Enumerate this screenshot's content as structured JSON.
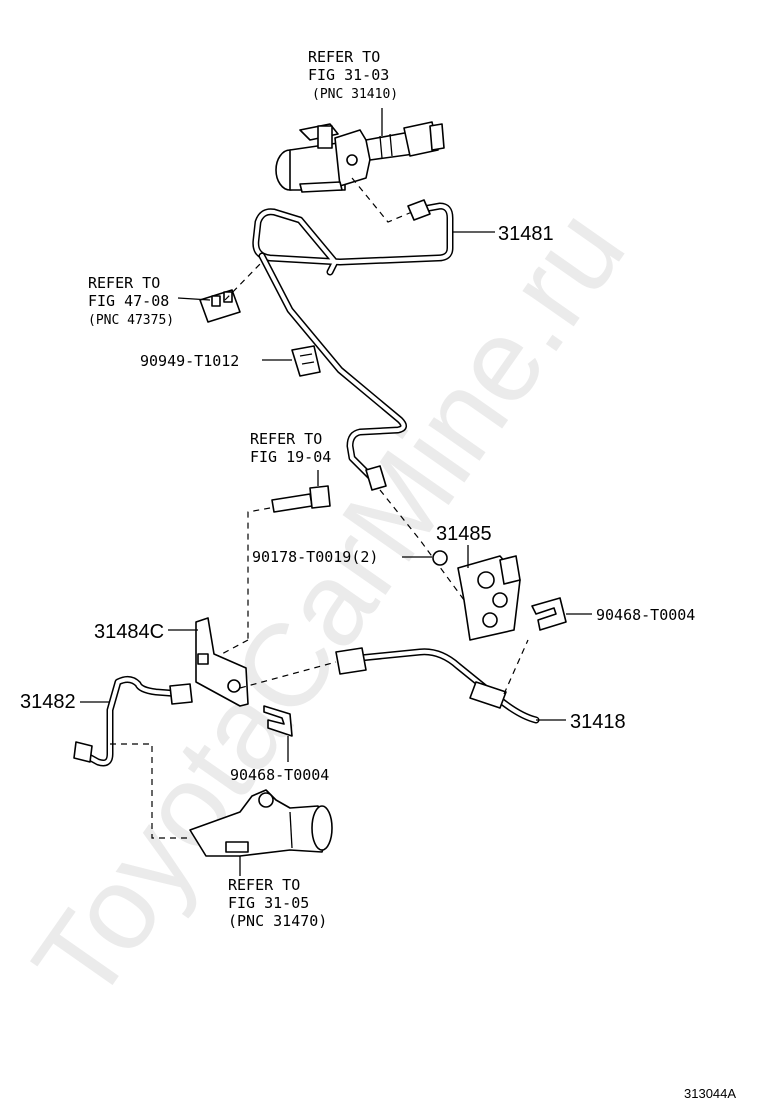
{
  "watermark": "ToyotaCarMine.ru",
  "diagram_code": "313044A",
  "parts": {
    "p31481": "31481",
    "p90949": "90949-T1012",
    "p31485": "31485",
    "p90178": "90178-T0019(2)",
    "p90468a": "90468-T0004",
    "p31484c": "31484C",
    "p31482": "31482",
    "p31418": "31418",
    "p90468b": "90468-T0004"
  },
  "refs": {
    "r1": {
      "l1": "REFER TO",
      "l2": "FIG 31-03",
      "l3": "(PNC 31410)"
    },
    "r2": {
      "l1": "REFER TO",
      "l2": "FIG 47-08",
      "l3": "(PNC 47375)"
    },
    "r3": {
      "l1": "REFER TO",
      "l2": "FIG 19-04"
    },
    "r4": {
      "l1": "REFER TO",
      "l2": "FIG 31-05",
      "l3": "(PNC 31470)"
    }
  }
}
